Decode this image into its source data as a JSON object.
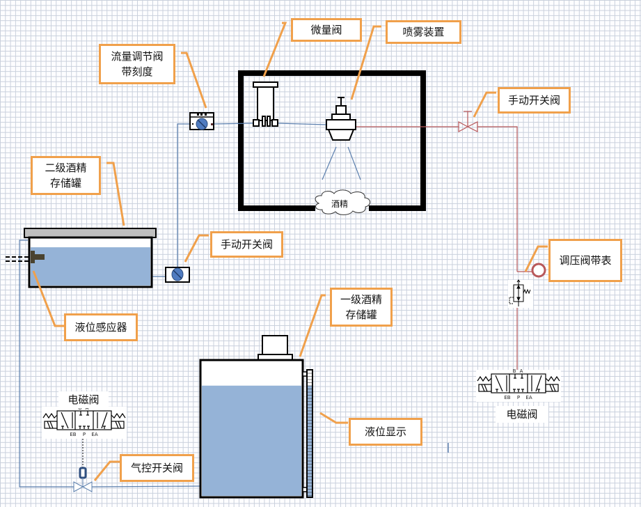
{
  "diagram": {
    "title": "酒精喷雾系统示意图",
    "colors": {
      "callout_border": "#f0a04b",
      "leader_line": "#f0a04b",
      "liquid": "#95b3d7",
      "pipe_blue": "#5b7fad",
      "pipe_red": "#b8585a",
      "chamber_wall": "#000000",
      "tank_lid": "#bfbfbf",
      "valve_knob": "#4f7bc0"
    },
    "labels": {
      "flow_valve": "流量调节阀\n带刻度",
      "micro_valve": "微量阀",
      "spray_device": "喷雾装置",
      "manual_valve_top": "手动开关阀",
      "secondary_tank": "二级酒精\n存储罐",
      "manual_valve_left": "手动开关阀",
      "pressure_valve": "调压阀带表",
      "level_sensor": "液位感应器",
      "primary_tank": "一级酒精\n存储罐",
      "level_display": "液位显示",
      "solenoid_left": "电磁阀",
      "solenoid_right": "电磁阀",
      "pneumatic_valve": "气控开关阀",
      "alcohol_cloud": "酒精"
    },
    "solenoid_ports": {
      "top": [
        "B",
        "A"
      ],
      "bottom": [
        "EB",
        "P",
        "EA"
      ]
    },
    "tank_levels": {
      "secondary_tank_fill": 0.82,
      "primary_tank_fill": 0.82
    }
  }
}
